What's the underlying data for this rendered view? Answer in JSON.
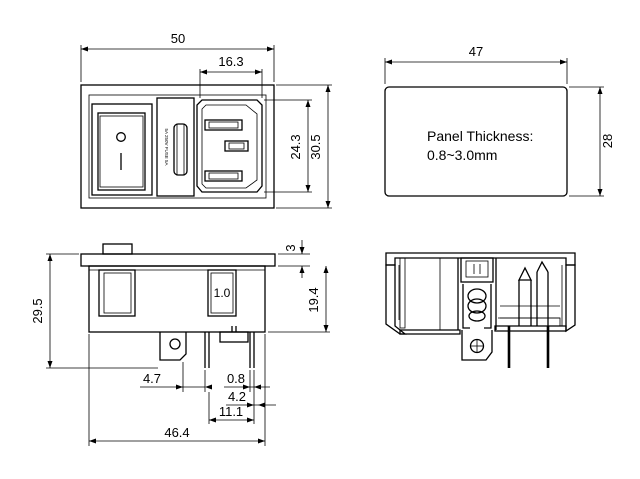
{
  "views": {
    "front": {
      "dims": {
        "overall_width": "50",
        "inlet_width": "16.3",
        "inlet_height": "24.3",
        "overall_height": "30.5"
      },
      "fuse_text": "5A 250V FUSE 5A"
    },
    "cutout": {
      "dims": {
        "width": "47",
        "height": "28"
      },
      "note_line1": "Panel Thickness:",
      "note_line2": "0.8~3.0mm"
    },
    "side": {
      "switch_label": "1.0",
      "dims": {
        "flange": "3",
        "body_depth": "19.4",
        "total_height": "29.5",
        "pin_offset": "4.7",
        "pin_thickness": "0.8",
        "pin_width": "4.2",
        "pin_span": "11.1",
        "body_length": "46.4"
      }
    }
  }
}
